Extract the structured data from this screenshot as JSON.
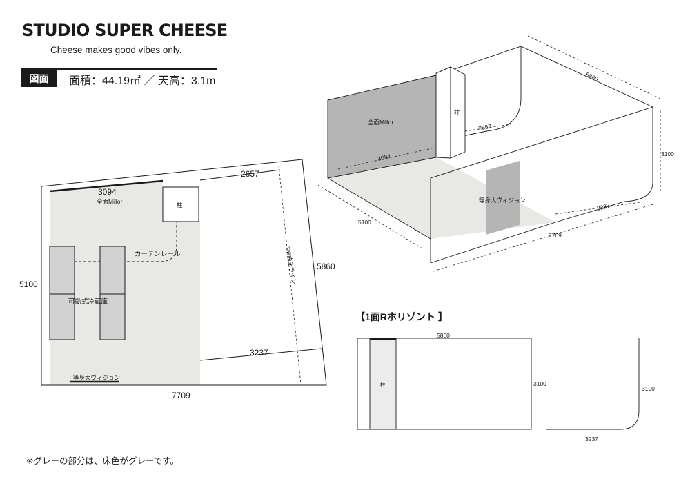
{
  "header": {
    "brand": "STUDIO SUPER CHEESE",
    "tagline": "Cheese makes good vibes only.",
    "badge": "図面",
    "spec": "面積：44.19㎡ ／ 天高：3.1m"
  },
  "plan": {
    "dim_top_left": "3094",
    "mirror_label": "全面Millor",
    "pillar_label": "柱",
    "dim_top_right": "2657",
    "curtain_label": "カーテンレール",
    "fridge_label": "可動式冷蔵庫",
    "r_line_label": "▽R曲床ライン",
    "dim_left": "5100",
    "dim_right": "5860",
    "dim_bottom_right": "3237",
    "vision_label": "等身大ヴィジョン",
    "dim_bottom": "7709"
  },
  "iso": {
    "dim_top": "5860",
    "pillar_label": "柱",
    "mirror_label": "全面Millor",
    "dim_2657": "2657",
    "dim_3094": "3094",
    "dim_height": "3100",
    "vision_label": "等身大ヴィジョン",
    "dim_3237": "3237",
    "dim_5100": "5100",
    "dim_7709": "7709"
  },
  "elevation": {
    "title": "【1面Rホリゾント 】",
    "dim_top": "5860",
    "pillar_label": "柱",
    "dim_height": "3100",
    "dim_height_side": "3100",
    "dim_bottom": "3237"
  },
  "footnote": "※グレーの部分は、床色がグレーです。",
  "colors": {
    "line": "#1a1a1a",
    "floor_gray": "#e8e8e4",
    "wall_gray": "#b5b5b5",
    "panel_gray": "#d2d2d2"
  }
}
